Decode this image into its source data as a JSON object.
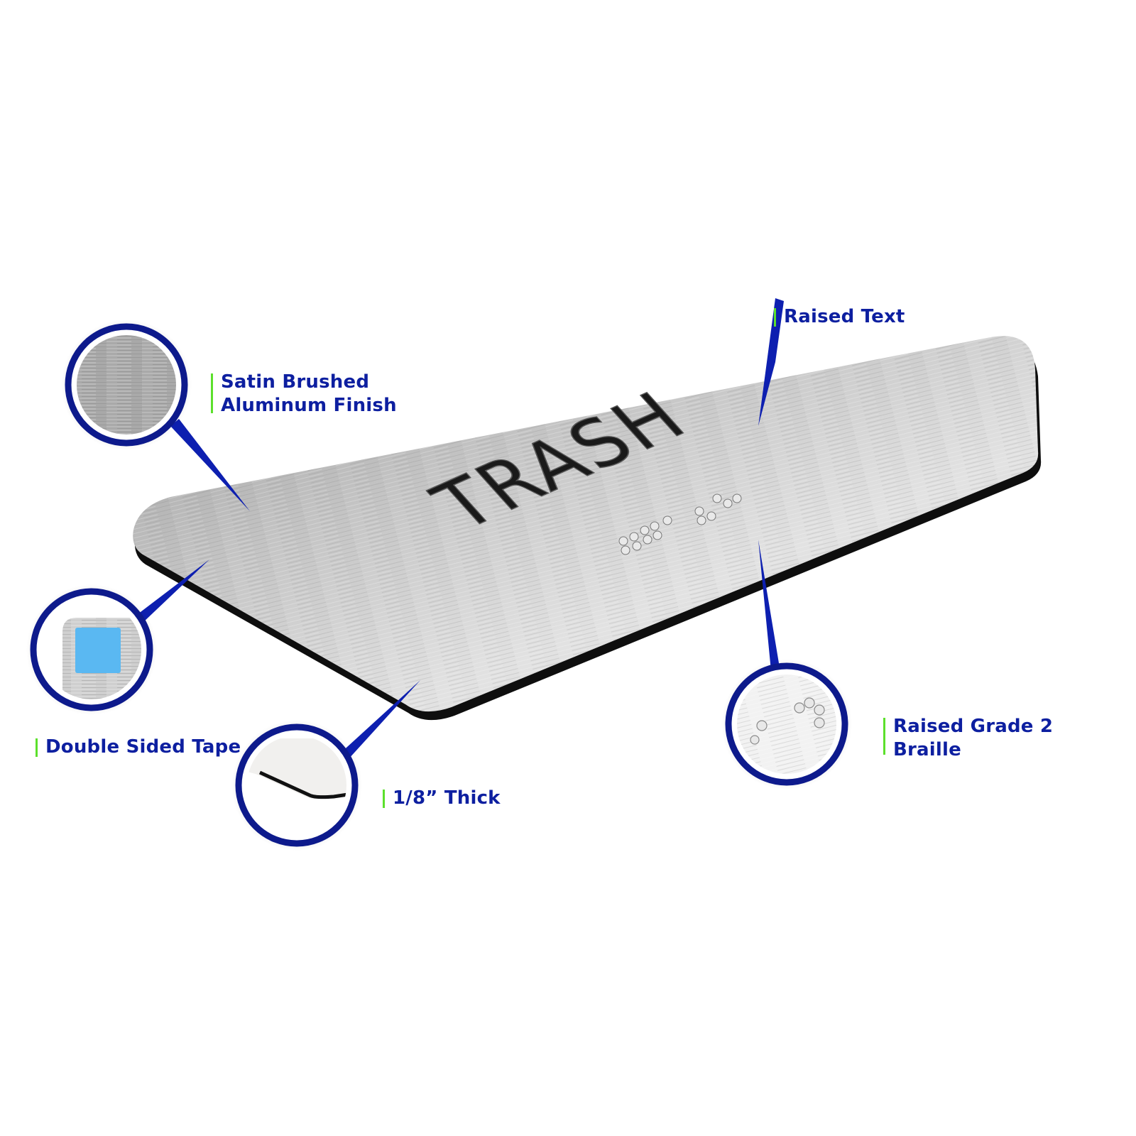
{
  "sign": {
    "text": "TRASH",
    "material": "Satin Brushed Aluminum",
    "braille_cells": 4
  },
  "callouts": [
    {
      "id": "finish",
      "lines": [
        "Satin Brushed",
        "Aluminum Finish"
      ]
    },
    {
      "id": "raised-text",
      "lines": [
        "Raised Text"
      ]
    },
    {
      "id": "tape",
      "lines": [
        "Double Sided Tape"
      ]
    },
    {
      "id": "thickness",
      "lines": [
        "1/8” Thick"
      ]
    },
    {
      "id": "braille",
      "lines": [
        "Raised Grade 2",
        "Braille"
      ]
    }
  ],
  "colors": {
    "callout_ring": "#0d1a8c",
    "callout_text": "#0d1fa0",
    "accent_bar": "#5ce02c",
    "tape_blue": "#5ab8f2",
    "plate_edge": "#111111"
  }
}
